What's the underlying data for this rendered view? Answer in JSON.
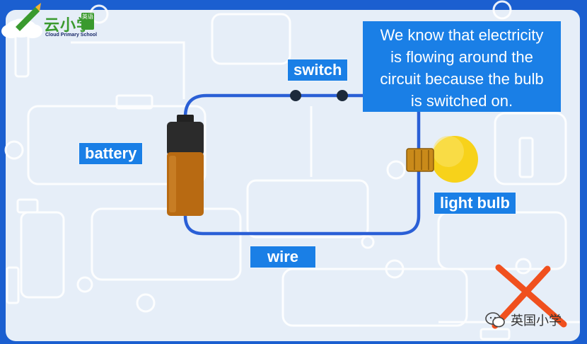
{
  "logo": {
    "name": "云小学",
    "tag": "英语",
    "subtitle": "Cloud Primary School"
  },
  "labels": {
    "switch": "switch",
    "battery": "battery",
    "light_bulb": "light bulb",
    "wire": "wire"
  },
  "callout": {
    "lines": [
      "We know that electricity",
      "is flowing around the",
      "circuit because the bulb",
      "is switched on."
    ]
  },
  "watermark": {
    "text": "英国小学"
  },
  "colors": {
    "frame": "#1b5fd0",
    "board": "#e6eef8",
    "label_bg": "#1a7fe6",
    "wire": "#2a5fd6",
    "bulb": "#f7d21a",
    "battery_body": "#b86a12",
    "battery_cap": "#222222",
    "cross": "#f0501e"
  }
}
